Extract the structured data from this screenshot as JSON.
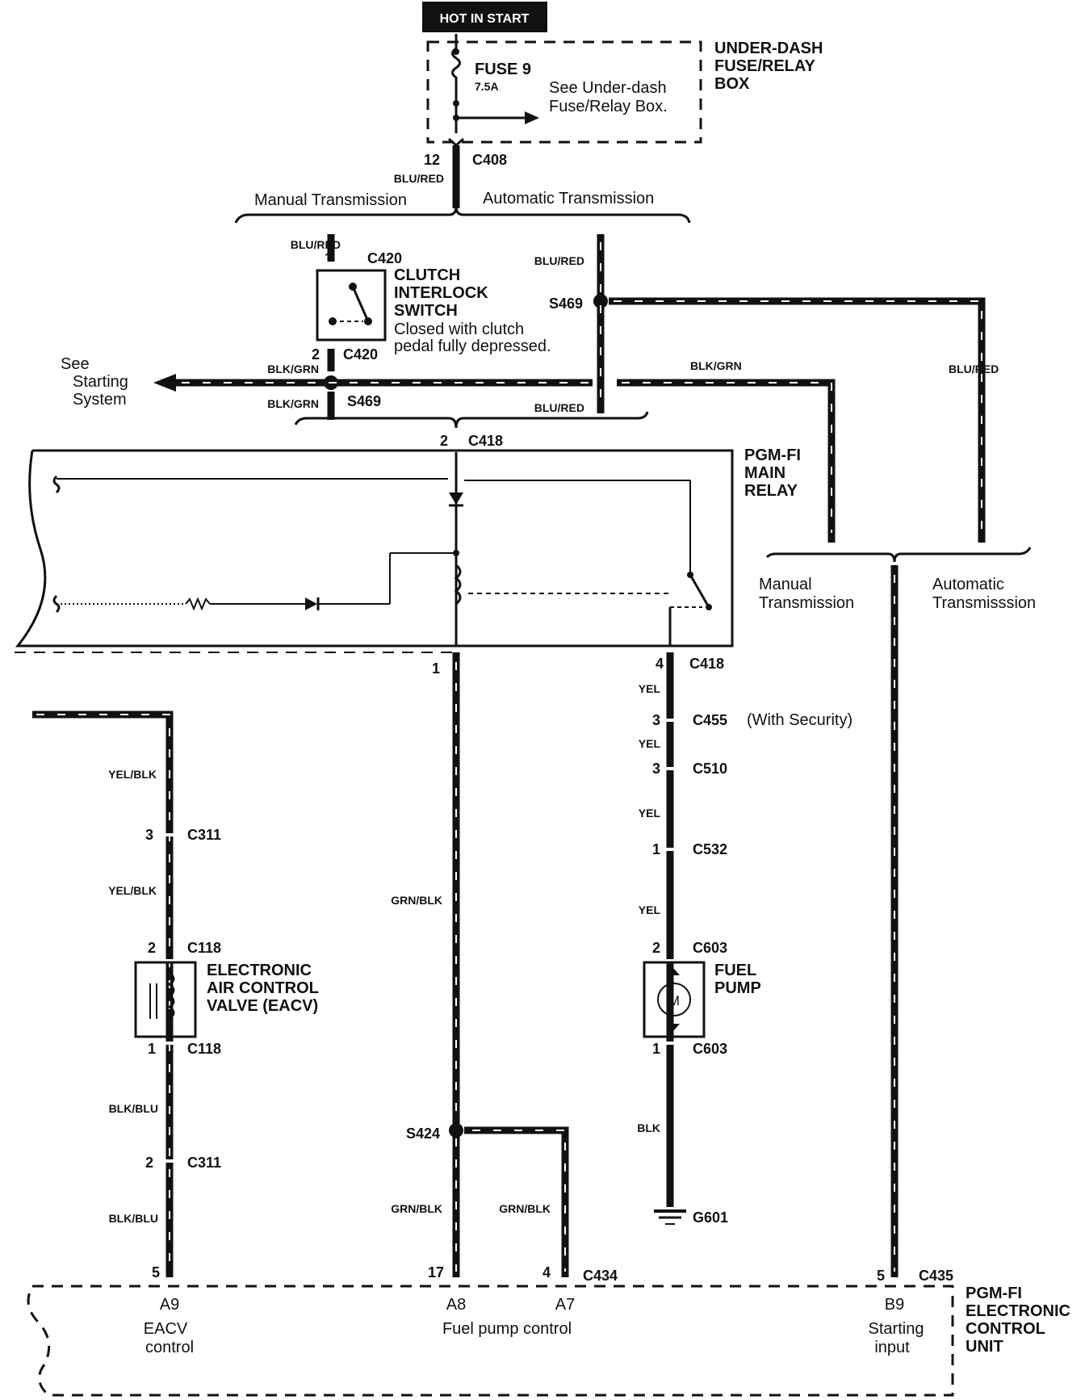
{
  "supply": {
    "hot_label": "HOT IN START",
    "fuse_name": "FUSE 9",
    "fuse_rating": "7.5A",
    "fuse_note_line1": "See Under-dash",
    "fuse_note_line2": "Fuse/Relay Box.",
    "box_title_line1": "UNDER-DASH",
    "box_title_line2": "FUSE/RELAY",
    "box_title_line3": "BOX"
  },
  "connectors": {
    "c408": {
      "name": "C408",
      "pin": "12"
    },
    "c420_top": {
      "name": "C420",
      "pin": "1"
    },
    "c420_bot": {
      "name": "C420",
      "pin": "2"
    },
    "c418_top": {
      "name": "C418",
      "pin": "2"
    },
    "c418_p1": {
      "pin": "1"
    },
    "c418_p4": {
      "name": "C418",
      "pin": "4"
    },
    "c455": {
      "name": "C455",
      "pin": "3",
      "note": "(With Security)"
    },
    "c510": {
      "name": "C510",
      "pin": "3"
    },
    "c532": {
      "name": "C532",
      "pin": "1"
    },
    "c603_top": {
      "name": "C603",
      "pin": "2"
    },
    "c603_bot": {
      "name": "C603",
      "pin": "1"
    },
    "c311_top": {
      "name": "C311",
      "pin": "3"
    },
    "c311_bot": {
      "name": "C311",
      "pin": "2"
    },
    "c118_top": {
      "name": "C118",
      "pin": "2"
    },
    "c118_bot": {
      "name": "C118",
      "pin": "1"
    },
    "c434": {
      "name": "C434",
      "pin_a9": "5",
      "pin_a8": "17",
      "pin_a7": "4"
    },
    "c435": {
      "name": "C435",
      "pin": "5"
    }
  },
  "splices": {
    "s469_top": "S469",
    "s469_bot": "S469",
    "s424": "S424"
  },
  "ground": {
    "name": "G601"
  },
  "wires": {
    "blu_red": "BLU/RED",
    "blk_grn": "BLK/GRN",
    "yel": "YEL",
    "yel_blk": "YEL/BLK",
    "grn_blk": "GRN/BLK",
    "blk_blu": "BLK/BLU",
    "blk": "BLK"
  },
  "branches": {
    "manual": "Manual Transmission",
    "automatic": "Automatic Transmission",
    "manual_l1": "Manual",
    "manual_l2": "Transmission",
    "auto_l1": "Automatic",
    "auto_l2": "Transmisssion"
  },
  "clutch": {
    "title_l1": "CLUTCH",
    "title_l2": "INTERLOCK",
    "title_l3": "SWITCH",
    "note_l1": "Closed with clutch",
    "note_l2": "pedal fully depressed."
  },
  "starting": {
    "l1": "See",
    "l2": "Starting",
    "l3": "System"
  },
  "relay": {
    "l1": "PGM-FI",
    "l2": "MAIN",
    "l3": "RELAY"
  },
  "eacv": {
    "l1": "ELECTRONIC",
    "l2": "AIR CONTROL",
    "l3": "VALVE (EACV)"
  },
  "pump": {
    "l1": "FUEL",
    "l2": "PUMP",
    "motor": "M"
  },
  "ecu": {
    "l1": "PGM-FI",
    "l2": "ELECTRONIC",
    "l3": "CONTROL",
    "l4": "UNIT",
    "a9": "A9",
    "a9_l1": "EACV",
    "a9_l2": "control",
    "a8": "A8",
    "a8_label": "Fuel pump control",
    "a7": "A7",
    "b9": "B9",
    "b9_l1": "Starting",
    "b9_l2": "input"
  }
}
